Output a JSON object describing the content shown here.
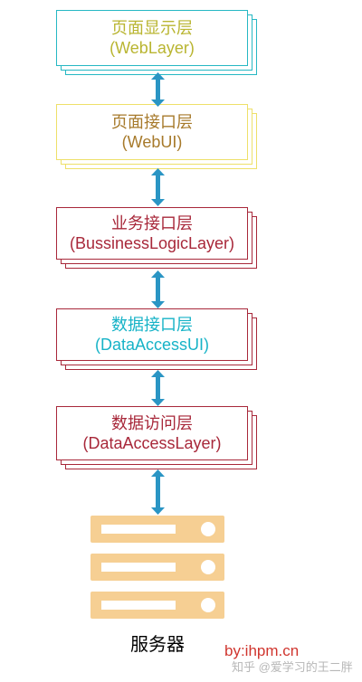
{
  "colors": {
    "arrow": "#2a95c4",
    "server": "#f6cf93",
    "watermark_red": "#d0352e"
  },
  "layers": [
    {
      "line1": "页面显示层",
      "line2": "(WebLayer)",
      "border": "#26b8c4",
      "text": "#b9b531"
    },
    {
      "line1": "页面接口层",
      "line2": "(WebUI)",
      "border": "#eee069",
      "text": "#a77a2b"
    },
    {
      "line1": "业务接口层",
      "line2": "(BussinessLogicLayer)",
      "border": "#a8283a",
      "text": "#a8283a"
    },
    {
      "line1": "数据接口层",
      "line2": "(DataAccessUI)",
      "border": "#a8283a",
      "text": "#17b3c7"
    },
    {
      "line1": "数据访问层",
      "line2": "(DataAccessLayer)",
      "border": "#a8283a",
      "text": "#a8283a"
    }
  ],
  "server": {
    "label": "服务器",
    "icon": "server-icon"
  },
  "watermark": {
    "line1": "by:ihpm.cn",
    "line2": "知乎 @爱学习的王二胖"
  }
}
